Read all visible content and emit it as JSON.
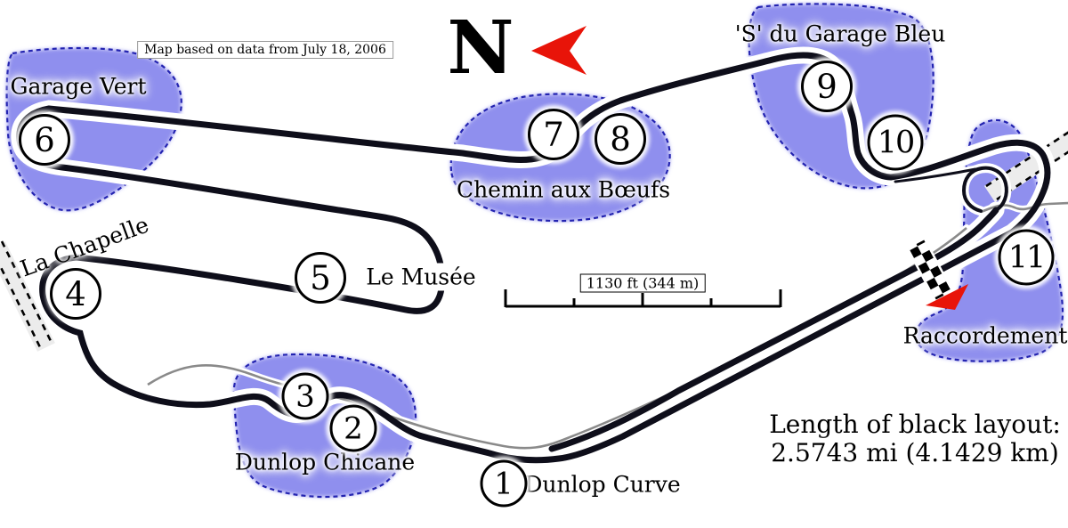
{
  "map_note": "Map based on data from July 18, 2006",
  "compass": {
    "letter": "N"
  },
  "scale": {
    "label": "1130 ft (344 m)"
  },
  "length_note": {
    "line1": "Length of black layout:",
    "line2": "2.5743 mi (4.1429 km)"
  },
  "labels": {
    "garage_vert": "Garage Vert",
    "la_chapelle": "La Chapelle",
    "le_musee": "Le Musée",
    "chemin_aux_boeufs": "Chemin aux Bœufs",
    "s_du_garage_bleu": "'S' du Garage Bleu",
    "raccordement": "Raccordement",
    "dunlop_chicane": "Dunlop Chicane",
    "dunlop_curve": "Dunlop Curve"
  },
  "turns": {
    "t1": "1",
    "t2": "2",
    "t3": "3",
    "t4": "4",
    "t5": "5",
    "t6": "6",
    "t7": "7",
    "t8": "8",
    "t9": "9",
    "t10": "10",
    "t11": "11"
  },
  "colors": {
    "highlight_fill": "#8f8fee",
    "highlight_border": "#1a1aad",
    "track": "#0e0e1a",
    "alt_line": "#8a8a8a",
    "accent_red": "#e81409"
  }
}
